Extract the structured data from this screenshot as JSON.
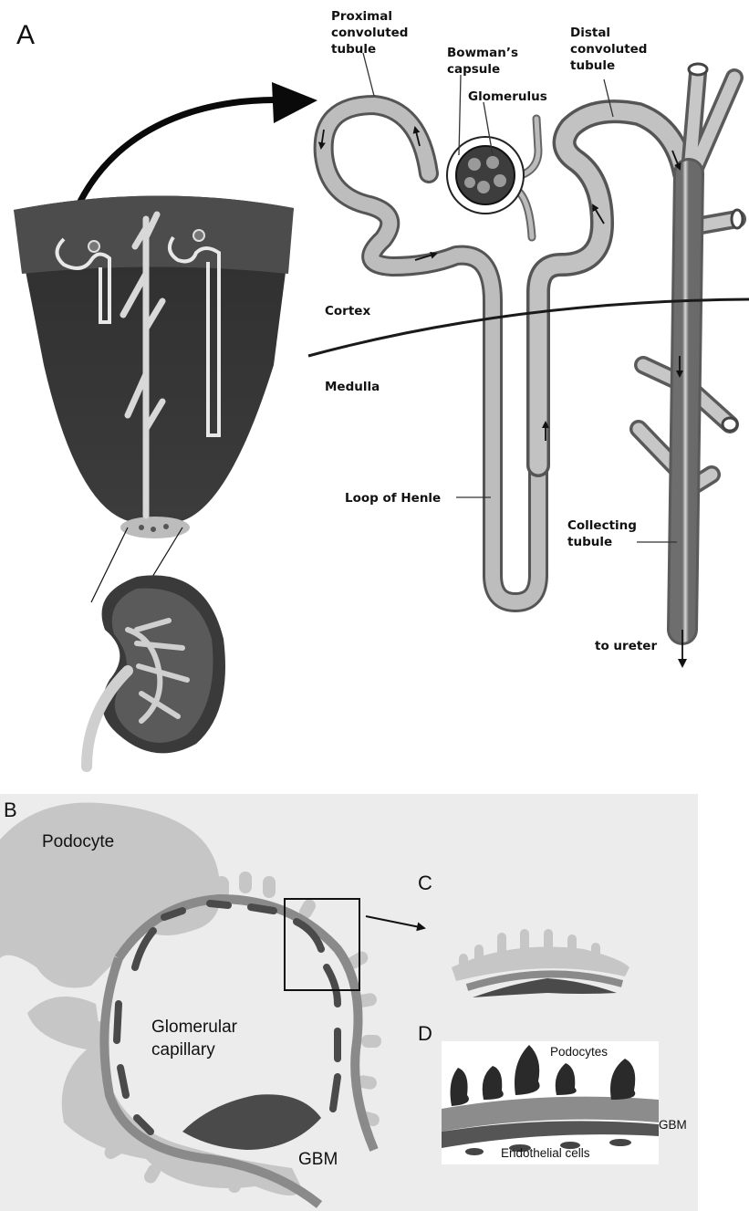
{
  "panels": {
    "a": "A",
    "b": "B",
    "c": "C",
    "d": "D"
  },
  "nephron_labels": {
    "proximal": [
      "Proximal",
      "convoluted",
      "tubule"
    ],
    "bowman": [
      "Bowman’s",
      "capsule"
    ],
    "glomerulus": "Glomerulus",
    "distal": [
      "Distal",
      "convoluted",
      "tubule"
    ],
    "cortex": "Cortex",
    "medulla": "Medulla",
    "loop": "Loop of Henle",
    "collecting": [
      "Collecting",
      "tubule"
    ],
    "ureter": "to ureter"
  },
  "capillary_labels": {
    "podocyte": "Podocyte",
    "glomerular": [
      "Glomerular",
      "capillary"
    ],
    "gbm": "GBM"
  },
  "em_labels": {
    "podocytes": "Podocytes",
    "gbm": "GBM",
    "endothelial": "Endothelial cells"
  },
  "colors": {
    "dark_tissue": "#3a3a3a",
    "tubule": "#8e8e8e",
    "panel_bg": "#ececec",
    "podocyte": "#c6c6c6",
    "gbm_band": "#8a8a8a",
    "endothelium": "#4a4a4a"
  }
}
